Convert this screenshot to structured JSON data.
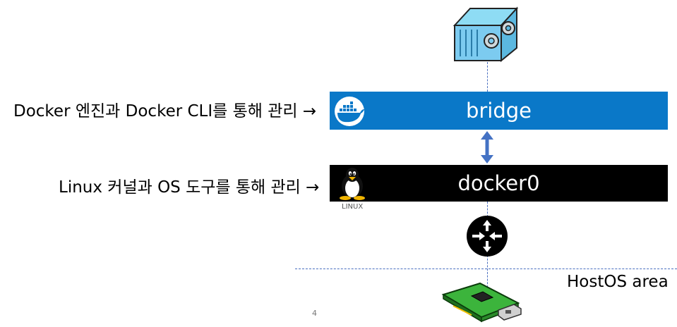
{
  "docker_label": "Docker 엔진과 Docker CLI를 통해 관리 →",
  "linux_label": "Linux 커널과 OS 도구를 통해 관리 →",
  "bridge_label": "bridge",
  "docker0_label": "docker0",
  "linux_caption": "LINUX",
  "hostos_label": "HostOS area",
  "page_number": "4",
  "colors": {
    "bridge": "#0a78c8",
    "docker0": "#000000",
    "dashed": "#4a6fc0",
    "arrow": "#4472c4"
  },
  "icons": [
    "container-icon",
    "docker-whale-icon",
    "tux-penguin-icon",
    "router-icon",
    "network-card-icon"
  ]
}
